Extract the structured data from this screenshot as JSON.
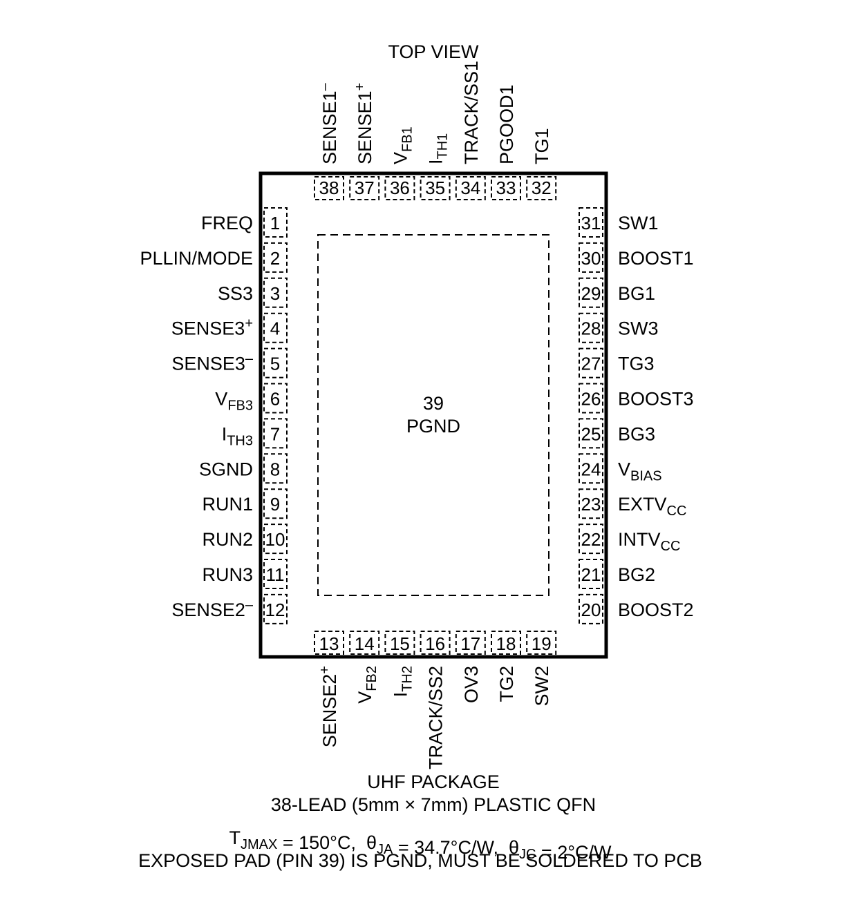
{
  "header": {
    "title": "TOP VIEW"
  },
  "exposed_pad": {
    "number": "39",
    "name": "PGND"
  },
  "left_pins": [
    {
      "num": "1",
      "name": "FREQ",
      "sub": "",
      "sup": ""
    },
    {
      "num": "2",
      "name": "PLLIN/MODE",
      "sub": "",
      "sup": ""
    },
    {
      "num": "3",
      "name": "SS3",
      "sub": "",
      "sup": ""
    },
    {
      "num": "4",
      "name": "SENSE3",
      "sub": "",
      "sup": "+"
    },
    {
      "num": "5",
      "name": "SENSE3",
      "sub": "",
      "sup": "–"
    },
    {
      "num": "6",
      "name": "V",
      "sub": "FB3",
      "sup": ""
    },
    {
      "num": "7",
      "name": "I",
      "sub": "TH3",
      "sup": ""
    },
    {
      "num": "8",
      "name": "SGND",
      "sub": "",
      "sup": ""
    },
    {
      "num": "9",
      "name": "RUN1",
      "sub": "",
      "sup": ""
    },
    {
      "num": "10",
      "name": "RUN2",
      "sub": "",
      "sup": ""
    },
    {
      "num": "11",
      "name": "RUN3",
      "sub": "",
      "sup": ""
    },
    {
      "num": "12",
      "name": "SENSE2",
      "sub": "",
      "sup": "–"
    }
  ],
  "right_pins": [
    {
      "num": "31",
      "name": "SW1",
      "sub": "",
      "sup": ""
    },
    {
      "num": "30",
      "name": "BOOST1",
      "sub": "",
      "sup": ""
    },
    {
      "num": "29",
      "name": "BG1",
      "sub": "",
      "sup": ""
    },
    {
      "num": "28",
      "name": "SW3",
      "sub": "",
      "sup": ""
    },
    {
      "num": "27",
      "name": "TG3",
      "sub": "",
      "sup": ""
    },
    {
      "num": "26",
      "name": "BOOST3",
      "sub": "",
      "sup": ""
    },
    {
      "num": "25",
      "name": "BG3",
      "sub": "",
      "sup": ""
    },
    {
      "num": "24",
      "name": "V",
      "sub": "BIAS",
      "sup": ""
    },
    {
      "num": "23",
      "name": "EXTV",
      "sub": "CC",
      "sup": ""
    },
    {
      "num": "22",
      "name": "INTV",
      "sub": "CC",
      "sup": ""
    },
    {
      "num": "21",
      "name": "BG2",
      "sub": "",
      "sup": ""
    },
    {
      "num": "20",
      "name": "BOOST2",
      "sub": "",
      "sup": ""
    }
  ],
  "top_pins": [
    {
      "num": "38",
      "name": "SENSE1",
      "sub": "",
      "sup": "–"
    },
    {
      "num": "37",
      "name": "SENSE1",
      "sub": "",
      "sup": "+"
    },
    {
      "num": "36",
      "name": "V",
      "sub": "FB1",
      "sup": ""
    },
    {
      "num": "35",
      "name": "I",
      "sub": "TH1",
      "sup": ""
    },
    {
      "num": "34",
      "name": "TRACK/SS1",
      "sub": "",
      "sup": ""
    },
    {
      "num": "33",
      "name": "PGOOD1",
      "sub": "",
      "sup": ""
    },
    {
      "num": "32",
      "name": "TG1",
      "sub": "",
      "sup": ""
    }
  ],
  "bottom_pins": [
    {
      "num": "13",
      "name": "SENSE2",
      "sub": "",
      "sup": "+"
    },
    {
      "num": "14",
      "name": "V",
      "sub": "FB2",
      "sup": ""
    },
    {
      "num": "15",
      "name": "I",
      "sub": "TH2",
      "sup": ""
    },
    {
      "num": "16",
      "name": "TRACK/SS2",
      "sub": "",
      "sup": ""
    },
    {
      "num": "17",
      "name": "OV3",
      "sub": "",
      "sup": ""
    },
    {
      "num": "18",
      "name": "TG2",
      "sub": "",
      "sup": ""
    },
    {
      "num": "19",
      "name": "SW2",
      "sub": "",
      "sup": ""
    }
  ],
  "footer": {
    "package": "UHF PACKAGE",
    "description": "38-LEAD (5mm × 7mm) PLASTIC QFN",
    "thermal": [
      {
        "text": "T",
        "sub": "JMAX"
      },
      {
        "text": " = 150°C,  θ",
        "sub": "JA"
      },
      {
        "text": " = 34.7°C/W,  θ",
        "sub": "JC"
      },
      {
        "text": " = 2°C/W",
        "sub": ""
      }
    ],
    "note": "EXPOSED PAD (PIN 39) IS PGND, MUST BE SOLDERED TO PCB"
  }
}
